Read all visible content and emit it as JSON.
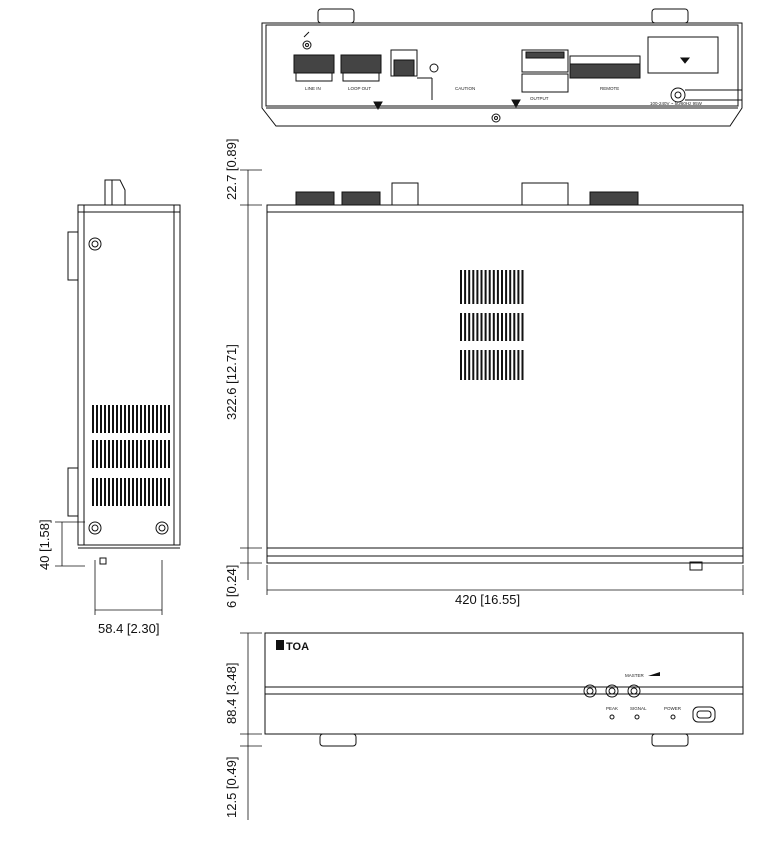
{
  "drawing": {
    "dimensions": {
      "side_width": "58.4 [2.30]",
      "side_foot_height": "40 [1.58]",
      "top_rear_gap": "22.7 [0.89]",
      "top_depth": "322.6 [12.71]",
      "top_front_gap": "6 [0.24]",
      "top_width": "420 [16.55]",
      "front_height": "88.4 [3.48]",
      "front_foot_height": "12.5 [0.49]"
    },
    "rear_panel": {
      "line_in": "LINE IN",
      "loop_out": "LOOP OUT",
      "output": "OUTPUT",
      "remote": "REMOTE",
      "caution": "CAUTION",
      "power": "100-240V ~ 50/60Hz 95W"
    },
    "front_panel": {
      "brand": "TOA",
      "master": "MASTER",
      "peak": "PEAK",
      "signal": "SIGNAL",
      "power": "POWER"
    }
  }
}
